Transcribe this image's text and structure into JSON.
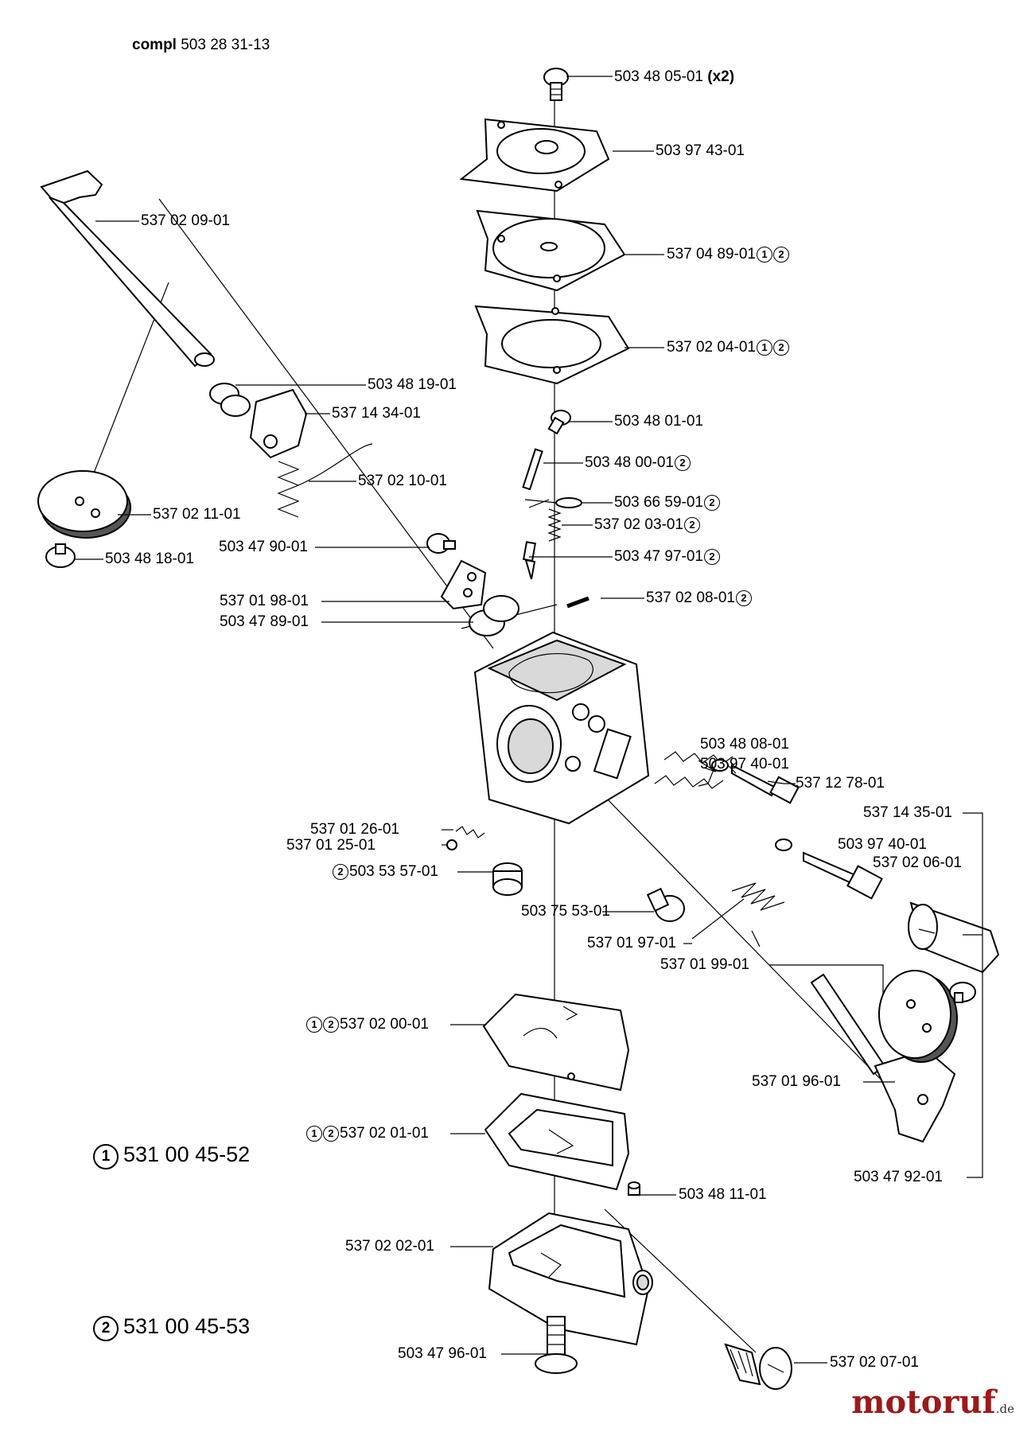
{
  "header": {
    "compl_label": "compl",
    "compl_number": "503 28 31-13"
  },
  "legend": [
    {
      "marker": "1",
      "number": "531 00 45-52"
    },
    {
      "marker": "2",
      "number": "531 00 45-53"
    }
  ],
  "parts": [
    {
      "number": "503 48 05-01",
      "suffix": "(x2)",
      "markers": []
    },
    {
      "number": "503 97 43-01",
      "markers": []
    },
    {
      "number": "537 02 09-01",
      "markers": []
    },
    {
      "number": "537 04 89-01",
      "markers": [
        "1",
        "2"
      ]
    },
    {
      "number": "537 02 04-01",
      "markers": [
        "1",
        "2"
      ]
    },
    {
      "number": "503 48 19-01",
      "markers": []
    },
    {
      "number": "537 14 34-01",
      "markers": []
    },
    {
      "number": "503 48 01-01",
      "markers": []
    },
    {
      "number": "503 48 00-01",
      "markers": [
        "2"
      ]
    },
    {
      "number": "537 02 10-01",
      "markers": []
    },
    {
      "number": "503 66 59-01",
      "markers": [
        "2"
      ]
    },
    {
      "number": "537 02 11-01",
      "markers": []
    },
    {
      "number": "537 02 03-01",
      "markers": [
        "2"
      ]
    },
    {
      "number": "503 47 90-01",
      "markers": []
    },
    {
      "number": "503 47 97-01",
      "markers": [
        "2"
      ]
    },
    {
      "number": "503 48 18-01",
      "markers": []
    },
    {
      "number": "537 01 98-01",
      "markers": []
    },
    {
      "number": "537 02 08-01",
      "markers": [
        "2"
      ]
    },
    {
      "number": "503 47 89-01",
      "markers": []
    },
    {
      "number": "503 48 08-01",
      "markers": []
    },
    {
      "number": "503 97 40-01",
      "markers": []
    },
    {
      "number": "537 12 78-01",
      "markers": []
    },
    {
      "number": "537 14 35-01",
      "markers": []
    },
    {
      "number": "537 01 26-01",
      "markers": []
    },
    {
      "number": "537 01 25-01",
      "markers": []
    },
    {
      "number": "503 97 40-01",
      "markers": []
    },
    {
      "number": "537 02 06-01",
      "markers": []
    },
    {
      "number": "503 53 57-01",
      "markers": [
        "2"
      ]
    },
    {
      "number": "503 75 53-01",
      "markers": []
    },
    {
      "number": "537 01 97-01",
      "markers": []
    },
    {
      "number": "537 01 99-01",
      "markers": []
    },
    {
      "number": "537 02 00-01",
      "markers": [
        "1",
        "2"
      ]
    },
    {
      "number": "537 01 96-01",
      "markers": []
    },
    {
      "number": "537 02 01-01",
      "markers": [
        "1",
        "2"
      ]
    },
    {
      "number": "503 47 92-01",
      "markers": []
    },
    {
      "number": "503 48 11-01",
      "markers": []
    },
    {
      "number": "537 02 02-01",
      "markers": []
    },
    {
      "number": "503 47 96-01",
      "markers": []
    },
    {
      "number": "537 02 07-01",
      "markers": []
    }
  ],
  "watermark": {
    "brand": "motoruf",
    "tld": ".de"
  }
}
